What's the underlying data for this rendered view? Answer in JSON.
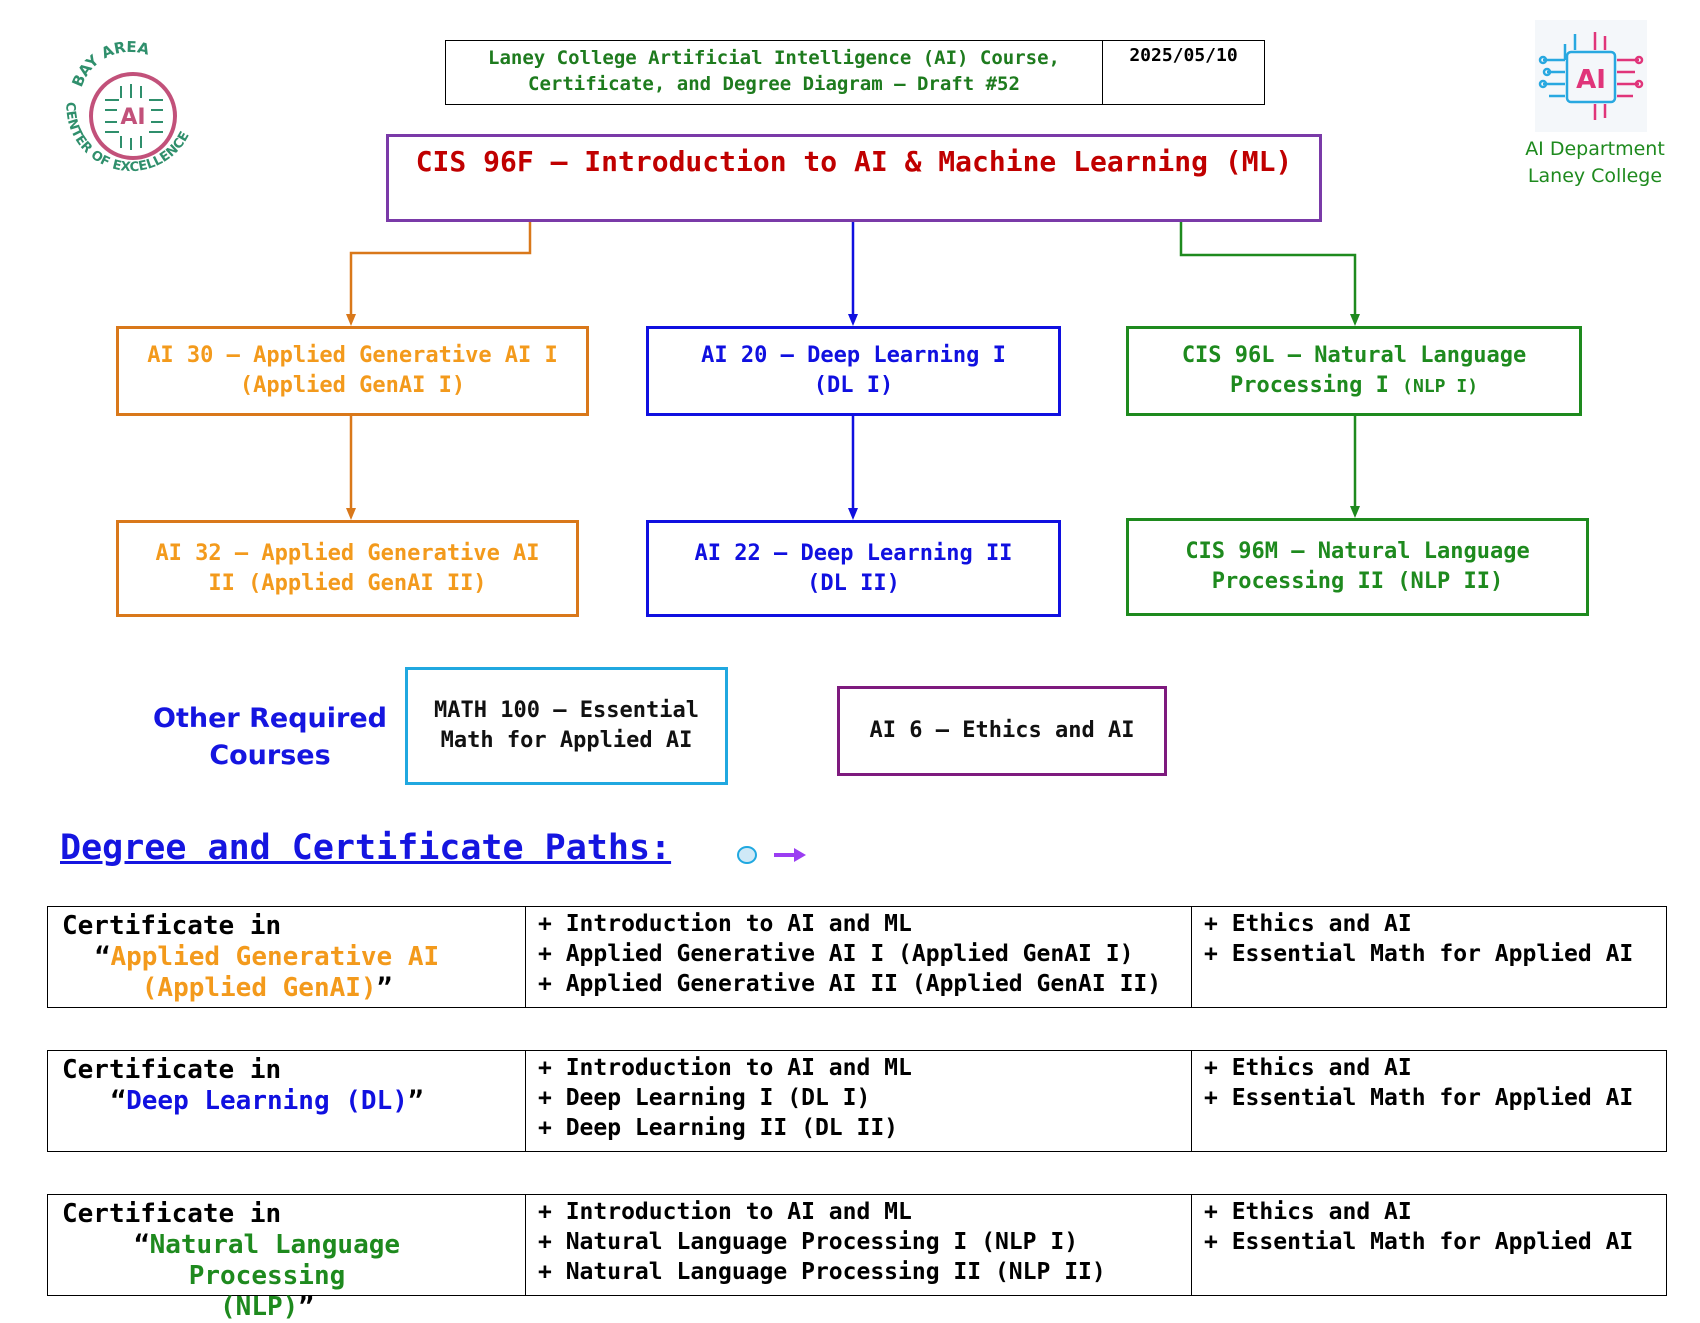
{
  "header": {
    "title_line1": "Laney College Artificial Intelligence (AI) Course,",
    "title_line2": "Certificate, and Degree Diagram – Draft #52",
    "date": "2025/05/10"
  },
  "logos": {
    "left_text_top": "BAY AREA",
    "left_text_bottom": "CENTER OF EXCELLENCE",
    "left_center": "AI",
    "right_center": "AI",
    "right_caption_line1": "AI Department",
    "right_caption_line2": "Laney College"
  },
  "courses": {
    "intro": "CIS 96F – Introduction to AI & Machine Learning (ML)",
    "ai30_line1": "AI 30 – Applied Generative AI I",
    "ai30_line2": "(Applied GenAI I)",
    "ai20_line1": "AI 20 – Deep Learning I",
    "ai20_line2": "(DL I)",
    "cis96l_line1": "CIS 96L – Natural Language",
    "cis96l_line2": "Processing I",
    "cis96l_line2_small": "(NLP I)",
    "ai32_line1": "AI 32 – Applied Generative AI",
    "ai32_line2": "II (Applied GenAI II)",
    "ai22_line1": "AI 22 – Deep Learning II",
    "ai22_line2": "(DL II)",
    "cis96m_line1": "CIS 96M – Natural Language",
    "cis96m_line2": "Processing II (NLP II)"
  },
  "other": {
    "label_line1": "Other Required",
    "label_line2": "Courses",
    "math_line1": "MATH 100 – Essential",
    "math_line2": "Math for Applied AI",
    "ethics": "AI 6 – Ethics and AI"
  },
  "paths_title": "Degree and Certificate Paths:",
  "certificates": [
    {
      "head": "Certificate in",
      "open_quote": "“",
      "name_line1": "Applied Generative AI",
      "name_line2": "(Applied GenAI)",
      "close_quote": "”",
      "color": "#f39a1c",
      "core": [
        "+ Introduction to AI and ML",
        "+ Applied Generative AI I (Applied GenAI I)",
        "+ Applied Generative AI II (Applied GenAI II)"
      ],
      "other": [
        "+ Ethics and AI",
        "+ Essential Math for Applied AI"
      ]
    },
    {
      "head": "Certificate in",
      "open_quote": "“",
      "name_line1": "Deep Learning (DL)",
      "close_quote": "”",
      "color": "#1010e0",
      "core": [
        "+ Introduction to AI and ML",
        "+ Deep Learning I (DL I)",
        "+ Deep Learning II (DL II)"
      ],
      "other": [
        "+ Ethics and AI",
        "+ Essential Math for Applied AI"
      ]
    },
    {
      "head": "Certificate in",
      "open_quote": "“",
      "name_line1": "Natural Language Processing",
      "name_line2": "(NLP)",
      "close_quote": "”",
      "color": "#1e8a1e",
      "core": [
        "+ Introduction to AI and ML",
        "+ Natural Language Processing I (NLP I)",
        "+ Natural Language Processing II (NLP II)"
      ],
      "other": [
        "+ Ethics and AI",
        "+ Essential Math for Applied AI"
      ]
    }
  ],
  "colors": {
    "orange": "#f39a1c",
    "blue": "#1010e0",
    "green": "#1e8a1e",
    "red": "#c00000",
    "purple": "#7a3aa8"
  }
}
